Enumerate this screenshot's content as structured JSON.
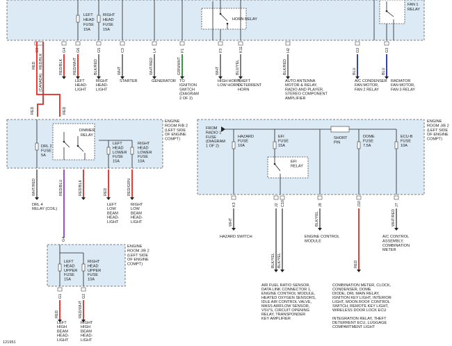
{
  "colors": {
    "red": "#e8261f",
    "purple": "#8e3fbf",
    "blue": "#1b28d9",
    "black": "#1a1a1a",
    "green": "#1f8a2e",
    "gray": "#6f6f6f"
  },
  "top_fuses": [
    {
      "line1": "LEFT",
      "line2": "HEAD",
      "line3": "FUSE",
      "line4": "15A"
    },
    {
      "line1": "RIGHT",
      "line2": "HEAD",
      "line3": "FUSE",
      "line4": "15A"
    }
  ],
  "top_relays": {
    "horn": "HORN RELAY",
    "fan1_line1": "FAN 1",
    "fan1_line2": "RELAY"
  },
  "top_wires": [
    {
      "id": "w1",
      "pin": "G3",
      "color": "RED",
      "color2": "RED/BLK"
    },
    {
      "id": "w2",
      "pin": "G4",
      "color": "RED/BLK"
    },
    {
      "id": "w3",
      "pin": "G6",
      "color": "RED/WHT"
    },
    {
      "id": "w4",
      "pin": "G5",
      "color": "BLK/RED"
    },
    {
      "id": "w5",
      "pin": "C3",
      "color": "WHT"
    },
    {
      "id": "w6",
      "pin": "L4",
      "color": "WHT/RED"
    },
    {
      "id": "w7",
      "pin": "F1",
      "color": "GRN/WHT"
    },
    {
      "id": "w8",
      "pin": "F3",
      "color": "WHT"
    },
    {
      "id": "w9",
      "pin": "K11",
      "color": "BLU/YEL"
    },
    {
      "id": "w10",
      "pin": "H2",
      "color": "BLK/RED"
    },
    {
      "id": "w11",
      "pin": "G2",
      "color": "BLU"
    },
    {
      "id": "w12",
      "pin": "G3",
      "color": "BLU"
    }
  ],
  "top_loads": [
    "LEFT\nHEAD-\nLIGHT",
    "RIGHT\nHEAD-\nLIGHT",
    "STARTER",
    "GENERATOR",
    "TO\nIGNITION\nSWITCH\n(DIAGRAM\n2 OF 2)",
    "HIGH HORN,\nLOW HORN",
    "THEFT\nDETERRENT\nHORN",
    "AUTO ANTENNA\nMOTOR & RELAY,\nRADIO AND PLAYER,\nSTEREO COMPONENT\nAMPLIFIER",
    "A/C CONDENSER\nFAN MOTOR,\nFAN 2 RELAY",
    "RADIATOR\nFAN MOTOR,\nFAN 3 RELAY"
  ],
  "canada_label": "(CANADA)",
  "rb2": {
    "title": "ENGINE\nROOM R/B 2\n(LEFT SIDE\nOF ENGINE\nCOMPT)",
    "drl_fuse": "DRL 2\nFUSE\n5A",
    "dimmer": "DIMMER\nRELAY",
    "low_left": "LEFT\nHEAD\nLOWER\nFUSE\n15A",
    "low_right": "RIGHT\nHEAD\nLOWER\nFUSE\n10A"
  },
  "rb2_wires": [
    "WHT/RED",
    "RED/BLU",
    "RED/BLK",
    "RED",
    "RED/GRN"
  ],
  "rb2_loads": [
    "DRL 4\nRELAY (COIL)",
    "LEFT\nLOW\nBEAM\nHEAD-\nLIGHT",
    "RIGHT\nLOW\nBEAM\nHEAD-\nLIGHT"
  ],
  "jb2": {
    "title": "ENGINE\nROOM J/B 2\n(LEFT SIDE\nOF ENGINE\nCOMPT)",
    "from": "FROM\nRADIO 1\nFUSE\n(DIAGRAM\n1 OF 2)",
    "hazard": "HAZARD\nFUSE\n10A",
    "efi_fuse": "EFI\nFUSE\n15A",
    "efi_relay": "EFI\nRELAY",
    "short_pin": "SHORT\nPIN",
    "dome": "DOME\nFUSE\n7.5A",
    "ecub": "ECU-B\nFUSE\n10A"
  },
  "jb2_wires": [
    {
      "pin": "K3",
      "color": "WHT"
    },
    {
      "pin": "J2",
      "color": "BLK/YEL"
    },
    {
      "pin": "C10",
      "color": "BLK/YEL"
    },
    {
      "pin": "J8",
      "color": "BLK/YEL"
    },
    {
      "pin": "J10",
      "color": "RED"
    },
    {
      "pin": "J7",
      "color": "WHT/RED"
    }
  ],
  "jb2_loads": [
    "HAZARD SWITCH",
    "ENGINE CONTROL\nMODULE",
    "A/C CONTROL\nASSEMBLY,\nCOMBINATION\nMETER",
    "AIR FUEL RATIO SENSOR,\nDATA LINK CONNECTOR 1,\nENGINE CONTROL MODULE,\nHEATED OXYGEN SENSORS,\nIDLE AIR CONTROL VALVE,\nMASS AIRFLOW SENSOR,\nVSV'S, CIRCUIT OPENING\nRELAY, TRANSPONDER\nKEY AMPLIFIER",
    "COMBINATION METER, CLOCK,\nCONDENSER, DOME\nDIODE, DRL MAIN RELAY,\nIGNITION KEY LIGHT, INTERIOR\nLIGHT, MOON ROOF CONTROL\nSWITCH, REMOTE KEY LIGHT,\nWIRELESS DOOR LOCK ECU",
    "INTEGRATION RELAY, THEFT\nDETERRENT ECU, LUGGAGE\nCOMPARTMENT LIGHT"
  ],
  "jb3": {
    "title": "ENGINE\nROOM J/B 2\n(LEFT SIDE\nOF ENGINE\nCOMPT)",
    "upper_left": "LEFT\nHEAD\nUPPER\nFUSE\n15A",
    "upper_right": "RIGHT\nHEAD\nUPPER\nFUSE\n10A",
    "pin_in": "G4"
  },
  "jb3_wires": [
    {
      "pin": "G1",
      "color": "RED"
    },
    {
      "pin": "G2",
      "color": "RED/WHT"
    }
  ],
  "jb3_loads": [
    "LEFT\nHIGH\nBEAM\nHEAD-\nLIGHT",
    "RIGHT\nHIGH\nBEAM\nHEAD-\nLIGHT"
  ],
  "figure_id": "121951"
}
